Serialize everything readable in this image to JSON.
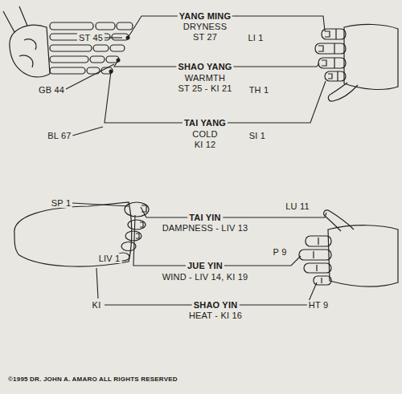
{
  "diagram": {
    "labels": [
      "YANG MING",
      "DRYNESS",
      "ST 27",
      "ST 45",
      "LI 1",
      "SHAO YANG",
      "WARMTH",
      "ST 25 - KI 21",
      "GB 44",
      "TH 1",
      "TAI YANG",
      "COLD",
      "KI 12",
      "BL 67",
      "SI 1",
      "SP 1",
      "TAI YIN",
      "LU 11",
      "DAMPNESS - LIV 13",
      "LIV 1",
      "JUE YIN",
      "P 9",
      "WIND - LIV 14, KI 19",
      "KI",
      "SHAO YIN",
      "HT 9",
      "HEAT - KI 16",
      "©1995 DR. JOHN A. AMARO ALL RIGHTS RESERVED"
    ]
  }
}
